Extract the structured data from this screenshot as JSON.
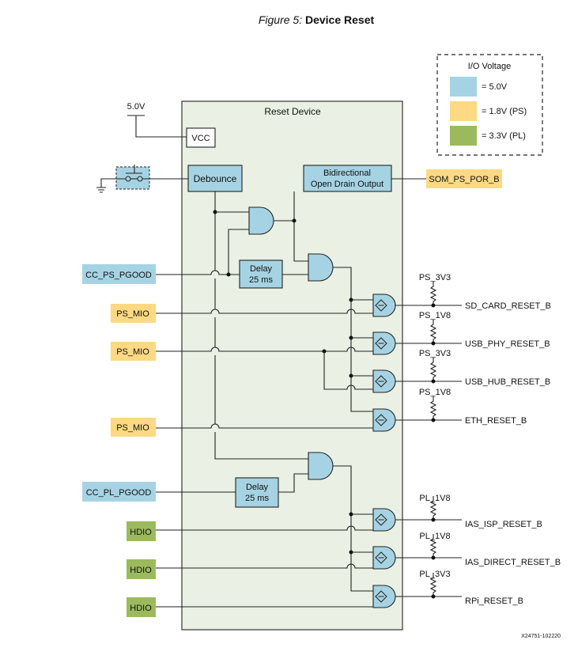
{
  "figure": {
    "prefix": "Figure 5:",
    "title": "Device Reset"
  },
  "legend": {
    "title": "I/O Voltage",
    "items": [
      {
        "label": "= 5.0V",
        "color": "#a6d3e3"
      },
      {
        "label": "= 1.8V (PS)",
        "color": "#fcd982"
      },
      {
        "label": "= 3.3V (PL)",
        "color": "#9bba5e"
      }
    ]
  },
  "reset_device": {
    "title": "Reset Device"
  },
  "supply": {
    "label": "5.0V"
  },
  "blocks": {
    "vcc": "VCC",
    "debounce": "Debounce",
    "bidir_line1": "Bidirectional",
    "bidir_line2": "Open Drain Output",
    "delay1_line1": "Delay",
    "delay1_line2": "25 ms",
    "delay2_line1": "Delay",
    "delay2_line2": "25 ms"
  },
  "signals": {
    "som_ps_por_b": "SOM_PS_POR_B",
    "cc_ps_pgood": "CC_PS_PGOOD",
    "ps_mio_1": "PS_MIO",
    "ps_mio_2": "PS_MIO",
    "ps_mio_3": "PS_MIO",
    "cc_pl_pgood": "CC_PL_PGOOD",
    "hdio_1": "HDIO",
    "hdio_2": "HDIO",
    "hdio_3": "HDIO"
  },
  "outputs": [
    {
      "pullup": "PS_3V3",
      "name": "SD_CARD_RESET_B"
    },
    {
      "pullup": "PS_1V8",
      "name": "USB_PHY_RESET_B"
    },
    {
      "pullup": "PS_3V3",
      "name": "USB_HUB_RESET_B"
    },
    {
      "pullup": "PS_1V8",
      "name": "ETH_RESET_B"
    },
    {
      "pullup": "PL_1V8",
      "name": "IAS_ISP_RESET_B"
    },
    {
      "pullup": "PL_1V8",
      "name": "IAS_DIRECT_RESET_B"
    },
    {
      "pullup": "PL_3V3",
      "name": "RPi_RESET_B"
    }
  ],
  "footer_id": "X24751-102220"
}
